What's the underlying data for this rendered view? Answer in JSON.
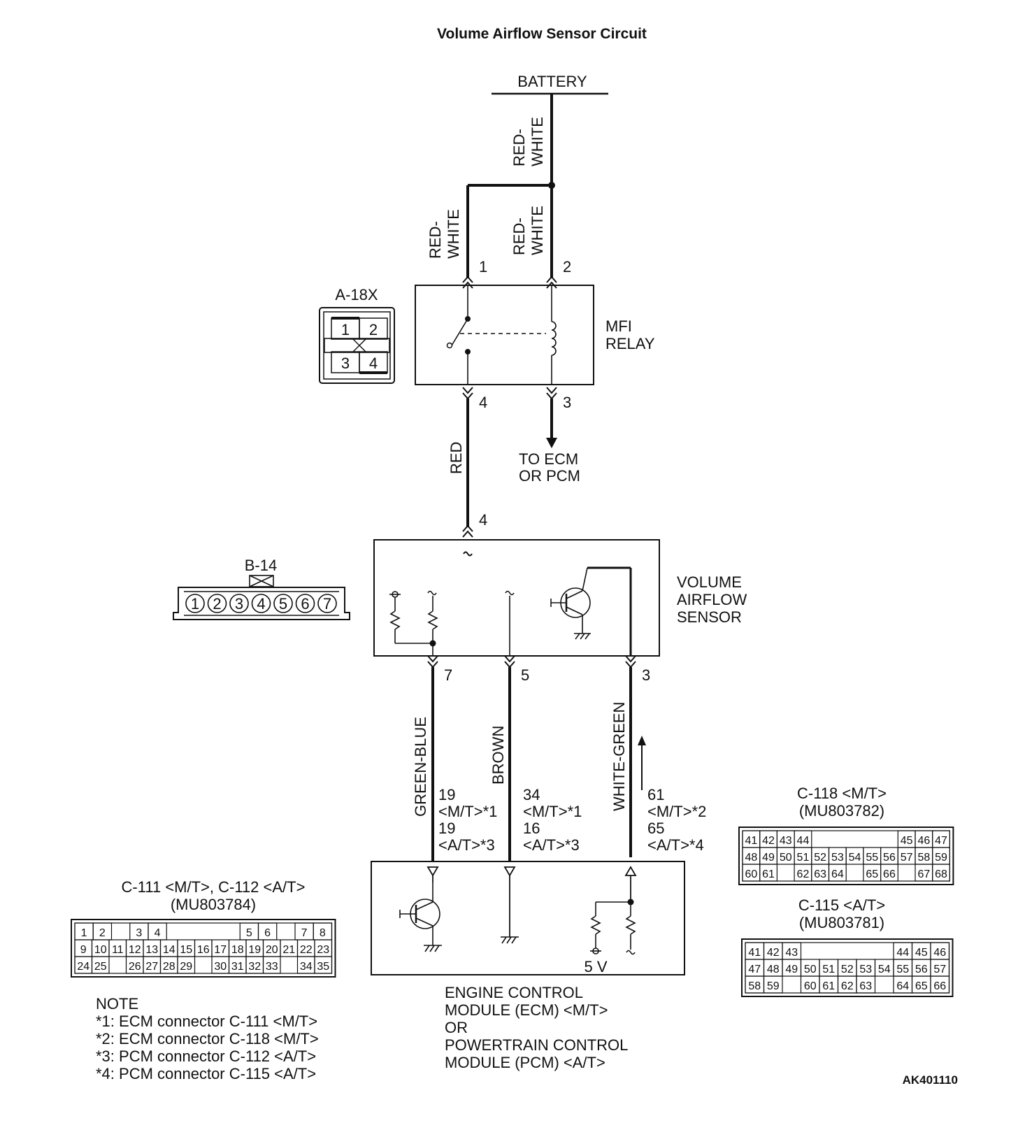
{
  "title": "Volume Airflow Sensor Circuit",
  "battery": "BATTERY",
  "wire_colors": {
    "red_white_1": "RED-",
    "red_white_2": "WHITE",
    "red": "RED",
    "green_blue": "GREEN-BLUE",
    "brown": "BROWN",
    "white_green": "WHITE-GREEN"
  },
  "relay": {
    "connector": "A-18X",
    "name_line1": "MFI",
    "name_line2": "RELAY",
    "pins": {
      "p1": "1",
      "p2": "2",
      "p3": "3",
      "p4": "4"
    },
    "to_ecm_line1": "TO ECM",
    "to_ecm_line2": "OR PCM"
  },
  "sensor": {
    "connector": "B-14",
    "name_line1": "VOLUME",
    "name_line2": "AIRFLOW",
    "name_line3": "SENSOR",
    "pin_in": "4",
    "pins": [
      "7",
      "5",
      "3"
    ],
    "connector_pins": [
      "1",
      "2",
      "3",
      "4",
      "5",
      "6",
      "7"
    ]
  },
  "ecm_pins": {
    "green_blue": [
      "19",
      "<M/T>*1",
      "19",
      "<A/T>*3"
    ],
    "brown": [
      "34",
      "<M/T>*1",
      "16",
      "<A/T>*3"
    ],
    "white_green": [
      "61",
      "<M/T>*2",
      "65",
      "<A/T>*4"
    ]
  },
  "ecm": {
    "supply": "5 V",
    "name_lines": [
      "ENGINE CONTROL",
      "MODULE (ECM) <M/T>",
      "OR",
      "POWERTRAIN CONTROL",
      "MODULE (PCM) <A/T>"
    ]
  },
  "conn_c111": {
    "title_line1": "C-111 <M/T>, C-112 <A/T>",
    "title_line2": "(MU803784)",
    "row1": [
      "1",
      "2",
      "",
      "3",
      "4",
      "",
      "",
      "",
      "",
      "5",
      "6",
      "",
      "7",
      "8"
    ],
    "row2": [
      "9",
      "10",
      "11",
      "12",
      "13",
      "14",
      "15",
      "16",
      "17",
      "18",
      "19",
      "20",
      "21",
      "22",
      "23"
    ],
    "row3": [
      "24",
      "25",
      "",
      "26",
      "27",
      "28",
      "29",
      "",
      "30",
      "31",
      "32",
      "33",
      "",
      "34",
      "35"
    ]
  },
  "conn_c118": {
    "title_line1": "C-118 <M/T>",
    "title_line2": "(MU803782)",
    "row1": [
      "41",
      "42",
      "43",
      "44",
      "",
      "",
      "",
      "",
      "",
      "45",
      "46",
      "47"
    ],
    "row2": [
      "48",
      "49",
      "50",
      "51",
      "52",
      "53",
      "54",
      "55",
      "56",
      "57",
      "58",
      "59"
    ],
    "row3": [
      "60",
      "61",
      "",
      "62",
      "63",
      "64",
      "",
      "65",
      "66",
      "",
      "67",
      "68"
    ]
  },
  "conn_c115": {
    "title_line1": "C-115 <A/T>",
    "title_line2": "(MU803781)",
    "row1": [
      "41",
      "42",
      "43",
      "",
      "",
      "",
      "",
      "",
      "44",
      "45",
      "46"
    ],
    "row2": [
      "47",
      "48",
      "49",
      "50",
      "51",
      "52",
      "53",
      "54",
      "55",
      "56",
      "57"
    ],
    "row3": [
      "58",
      "59",
      "",
      "60",
      "61",
      "62",
      "63",
      "",
      "64",
      "65",
      "66"
    ]
  },
  "note": {
    "heading": "NOTE",
    "lines": [
      "*1: ECM connector C-111 <M/T>",
      "*2: ECM connector C-118 <M/T>",
      "*3: PCM connector C-112 <A/T>",
      "*4: PCM connector C-115 <A/T>"
    ]
  },
  "figure_code": "AK401110"
}
